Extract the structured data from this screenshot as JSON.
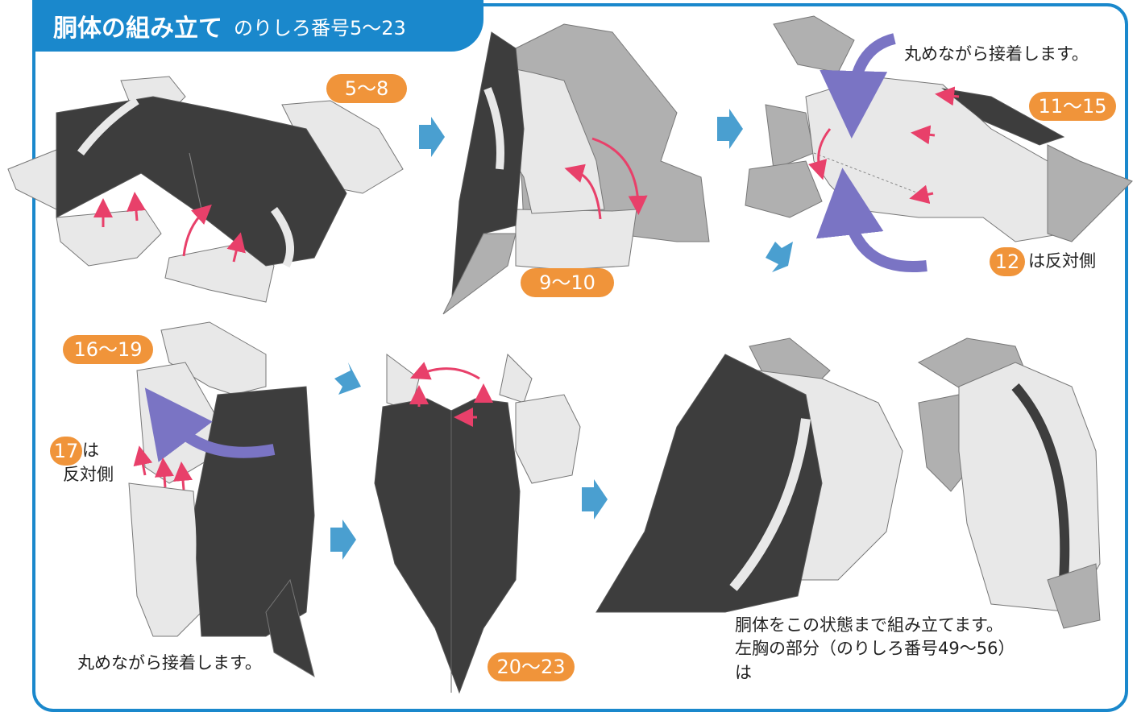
{
  "title": {
    "main": "胴体の組み立て",
    "sub": "のりしろ番号5〜23"
  },
  "badges": {
    "b1": "5〜8",
    "b2": "9〜10",
    "b3": "11〜15",
    "b4": "12",
    "b5": "16〜19",
    "b6": "17",
    "b7": "20〜23"
  },
  "notes": {
    "round_glue_top": "丸めながら接着します。",
    "opposite_12": "は反対側",
    "opposite_17_a": "は",
    "opposite_17_b": "反対側",
    "round_glue_bottom": "丸めながら接着します。",
    "assemble_1": "胴体をこの状態まで組み立てます。",
    "assemble_2": "左胸の部分（のりしろ番号49〜56）",
    "assemble_3": "は"
  },
  "colors": {
    "accent": "#1a88cc",
    "badge": "#f0943a",
    "dark_part": "#3d3d3d",
    "light_part": "#e8e8e8",
    "gray_part": "#b0b0b0",
    "glue_arrow": "#e8406a",
    "fold_arrow": "#7a74c4",
    "step_arrow": "#4a9fd0"
  },
  "icons": [
    "step-arrow-icon",
    "glue-arrow-icon",
    "fold-arrow-icon"
  ]
}
